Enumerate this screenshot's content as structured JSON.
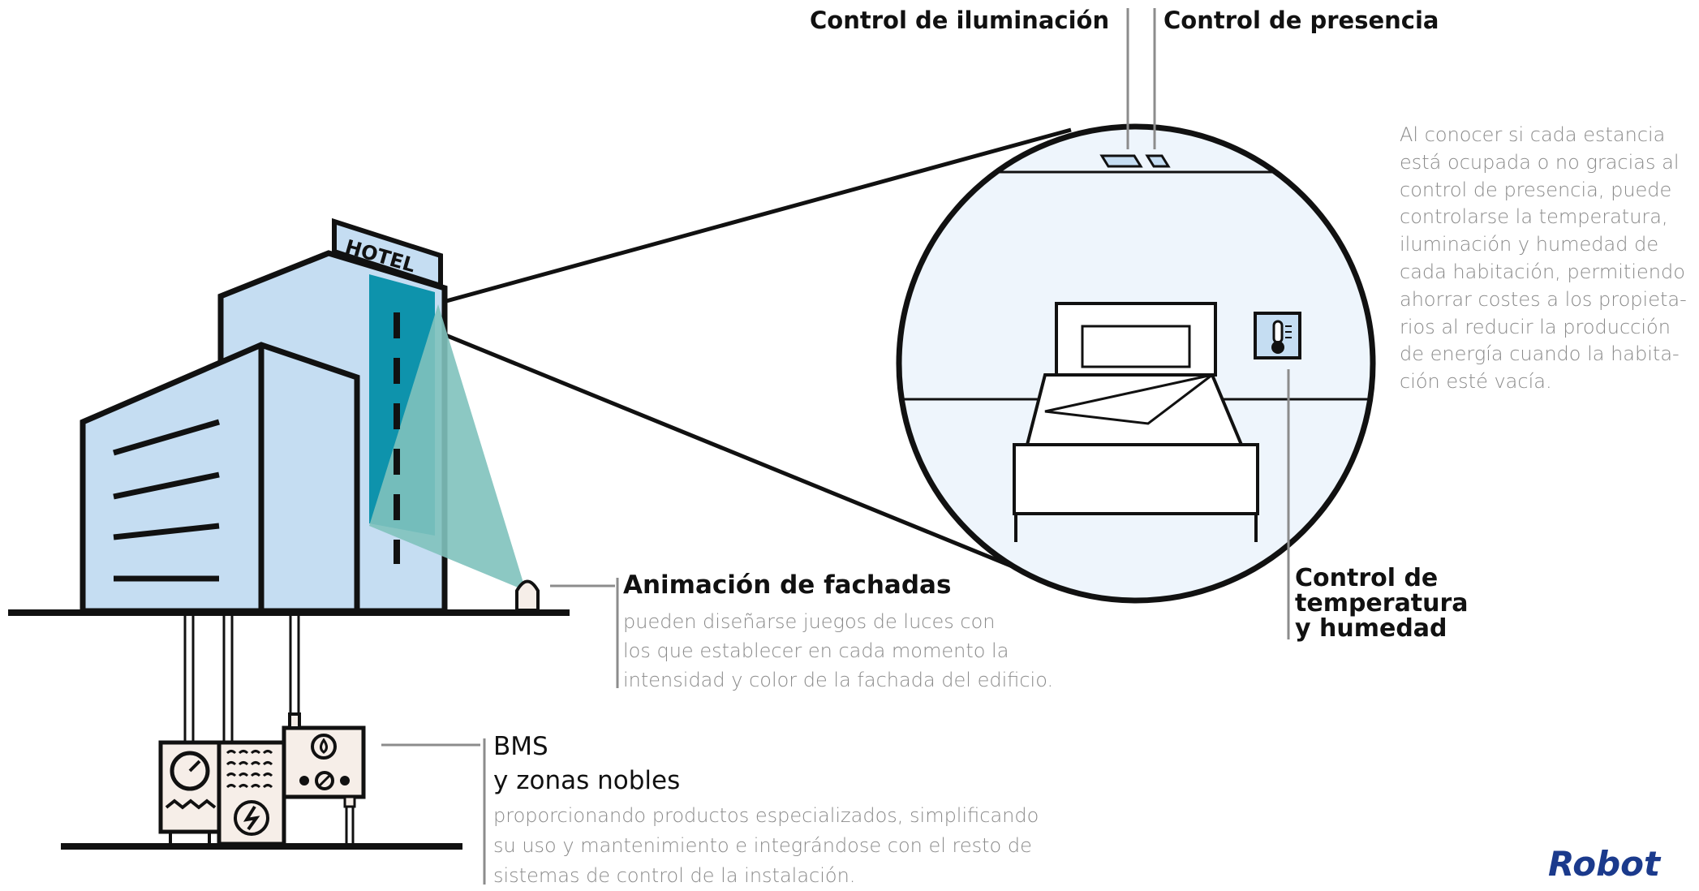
{
  "labels": {
    "lighting_control": "Control de iluminación",
    "presence_control": "Control de presencia",
    "temperature_control": [
      "Control de",
      "temperatura",
      "y humedad"
    ],
    "hotel_sign": "HOTEL"
  },
  "presence_description": [
    "Al conocer si cada estancia",
    "está ocupada o no gracias al",
    "control de presencia, puede",
    "controlarse la temperatura,",
    "iluminación y humedad de",
    "cada habitación, permitiendo",
    "ahorrar costes a los propieta-",
    "rios al reducir la producción",
    "de energía cuando la habita-",
    "ción esté vacía."
  ],
  "facade": {
    "title": "Animación de fachadas",
    "description": [
      "pueden diseñarse juegos de luces con",
      "los que establecer en cada momento la",
      "intensidad y color de la fachada del edificio."
    ]
  },
  "bms": {
    "title_line1": "BMS",
    "title_line2": "y zonas nobles",
    "description": [
      "proporcionando productos especializados, simplificando",
      "su uso y mantenimiento e integrándose con el resto de",
      "sistemas de control de la instalación."
    ]
  },
  "logo_text": "Robot",
  "colors": {
    "building_light": "#c5ddf2",
    "facade_panel": "#0e93ac",
    "light_beam": "#7fc2bc",
    "room_bg": "#eef5fc",
    "stroke": "#111111",
    "leader_line": "#8c8c8c",
    "body_text": "#8a8a8a",
    "logo": "#1b3a8c"
  }
}
